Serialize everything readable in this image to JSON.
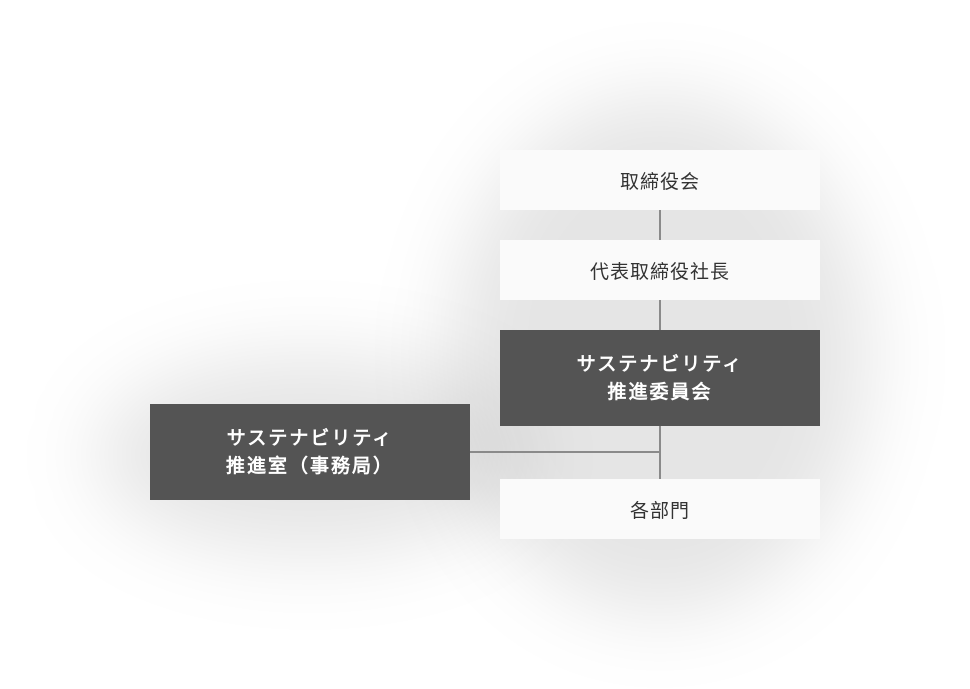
{
  "org_chart": {
    "board": "取締役会",
    "president": "代表取締役社長",
    "committee": {
      "line1": "サステナビリティ",
      "line2": "推進委員会"
    },
    "office": {
      "line1": "サステナビリティ",
      "line2": "推進室（事務局）"
    },
    "departments": "各部門"
  },
  "colors": {
    "light_box": "#fafafa",
    "dark_box": "#545454",
    "connector": "#8a8a8a",
    "text_dark": "#333333",
    "text_light": "#ffffff"
  }
}
